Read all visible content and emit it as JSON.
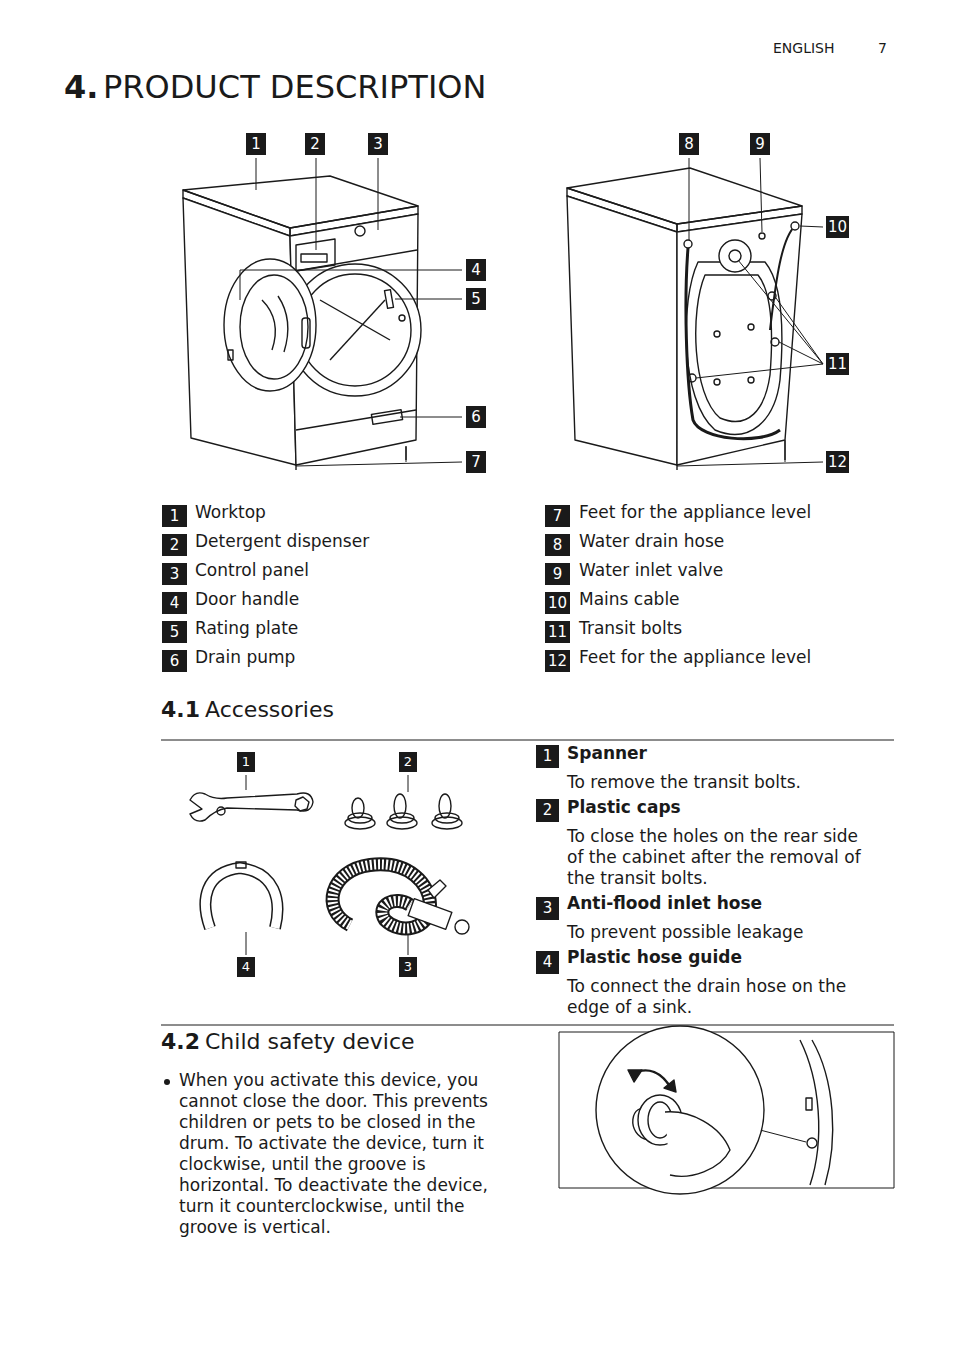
{
  "diagram": {
    "title": "PRODUCT DESCRIPTION",
    "labels": [
      "ENGLISH",
      "7",
      "4.",
      "1",
      "2",
      "3",
      "4",
      "5",
      "6",
      "7",
      "8",
      "9",
      "10",
      "11",
      "12",
      "1",
      "Worktop",
      "2",
      "Detergent dispenser",
      "3",
      "Control panel",
      "4",
      "Door handle",
      "5",
      "Rating plate",
      "6",
      "Drain pump",
      "7",
      "Feet for the appliance level",
      "8",
      "Water drain hose",
      "9",
      "Water inlet valve",
      "10",
      "Mains cable",
      "11",
      "Transit bolts",
      "12",
      "Feet for the appliance level",
      "4.1",
      "Accessories",
      "1",
      "2",
      "4",
      "3",
      "1",
      "Spanner",
      "To remove the transit bolts.",
      "2",
      "Plastic caps",
      "To close the holes on the rear side of the cabinet after the removal of the transit bolts.",
      "3",
      "Anti-flood inlet hose",
      "To prevent possible leakage",
      "4",
      "Plastic hose guide",
      "To connect the drain hose on the edge of a sink.",
      "4.2",
      "Child safety device",
      "When you activate this device, you cannot close the door. This prevents children or pets to be closed in the drum. To activate the device, turn it clockwise, until the groove is horizontal. To deactivate the device, turn it counterclockwise, until the groove is vertical."
    ]
  }
}
